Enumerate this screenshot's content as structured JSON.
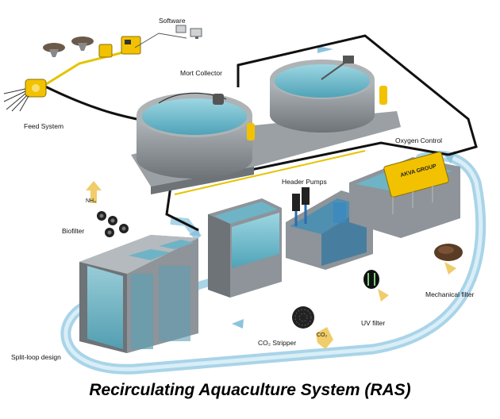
{
  "title": "Recirculating Aquaculture System (RAS)",
  "labels": {
    "software": "Software",
    "mort_collector": "Mort Collector",
    "feed_system": "Feed System",
    "oxygen_control": "Oxygen Control",
    "header_pumps": "Header Pumps",
    "biofilter": "Biofilter",
    "mechanical_filter": "Mechanical filter",
    "uv_filter": "UV filter",
    "co2_stripper": "CO₂ Stripper",
    "split_loop": "Split-loop design",
    "nh4": "NH₄",
    "co2": "CO₂",
    "brand": "AKVA GROUP"
  },
  "colors": {
    "water": "#7fc6d6",
    "water_dark": "#4fa3b8",
    "concrete": "#8e9499",
    "concrete_dark": "#5f666b",
    "pipe": "#111111",
    "flow": "#a9d4e8",
    "accent_yellow": "#f2c200"
  }
}
